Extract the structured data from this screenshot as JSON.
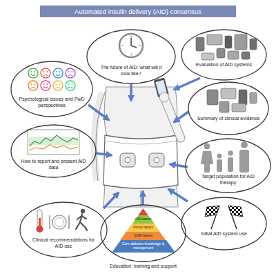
{
  "diagram": {
    "title": "Automated insulin delivery (AID) consensus",
    "nodes": [
      {
        "text": [
          "The future of AID: what will it look like?"
        ]
      },
      {
        "text": [
          "Evaluation of AID systems"
        ]
      },
      {
        "text": [
          "Psychological issues and PwD perspectives"
        ]
      },
      {
        "text": [
          "Summary of clinical evidence"
        ]
      },
      {
        "text": [
          "How to report and present AID data"
        ]
      },
      {
        "text": [
          "Target population for AID therapy"
        ]
      },
      {
        "text": [
          "Clinical recommendations for AID use"
        ]
      },
      {
        "text": [
          "Education, training and support"
        ]
      },
      {
        "text": [
          "AID basics"
        ],
        "in": 7
      },
      {
        "text": [
          "Pump basics"
        ],
        "in": 7
      },
      {
        "text": [
          "CGM basics"
        ],
        "in": 7
      },
      {
        "text": [
          "Core diabetes knowledge & management"
        ],
        "in": 7
      },
      {
        "text": [
          "Initial AID system use"
        ]
      }
    ]
  }
}
